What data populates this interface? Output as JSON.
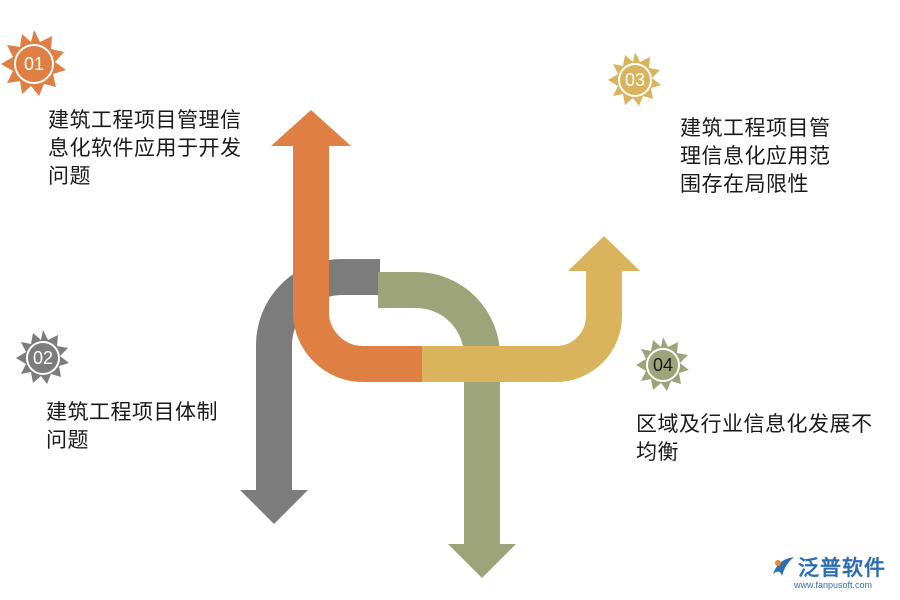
{
  "items": [
    {
      "num": "01",
      "lines": [
        "建筑工程项目管理信",
        "息化软件应用于开发",
        "问题"
      ],
      "color": "#df7f43"
    },
    {
      "num": "02",
      "lines": [
        "建筑工程项目体制",
        "问题"
      ],
      "color": "#7c7c7c"
    },
    {
      "num": "03",
      "lines": [
        "建筑工程项目管",
        "理信息化应用范",
        "围存在局限性"
      ],
      "color": "#d9b45d"
    },
    {
      "num": "04",
      "lines": [
        "区域及行业信息化发展不",
        "均衡"
      ],
      "color": "#9ea47a"
    }
  ],
  "watermark": {
    "name": "泛普软件",
    "url": "www.fanpusoft.com",
    "color": "#2e6db4"
  }
}
